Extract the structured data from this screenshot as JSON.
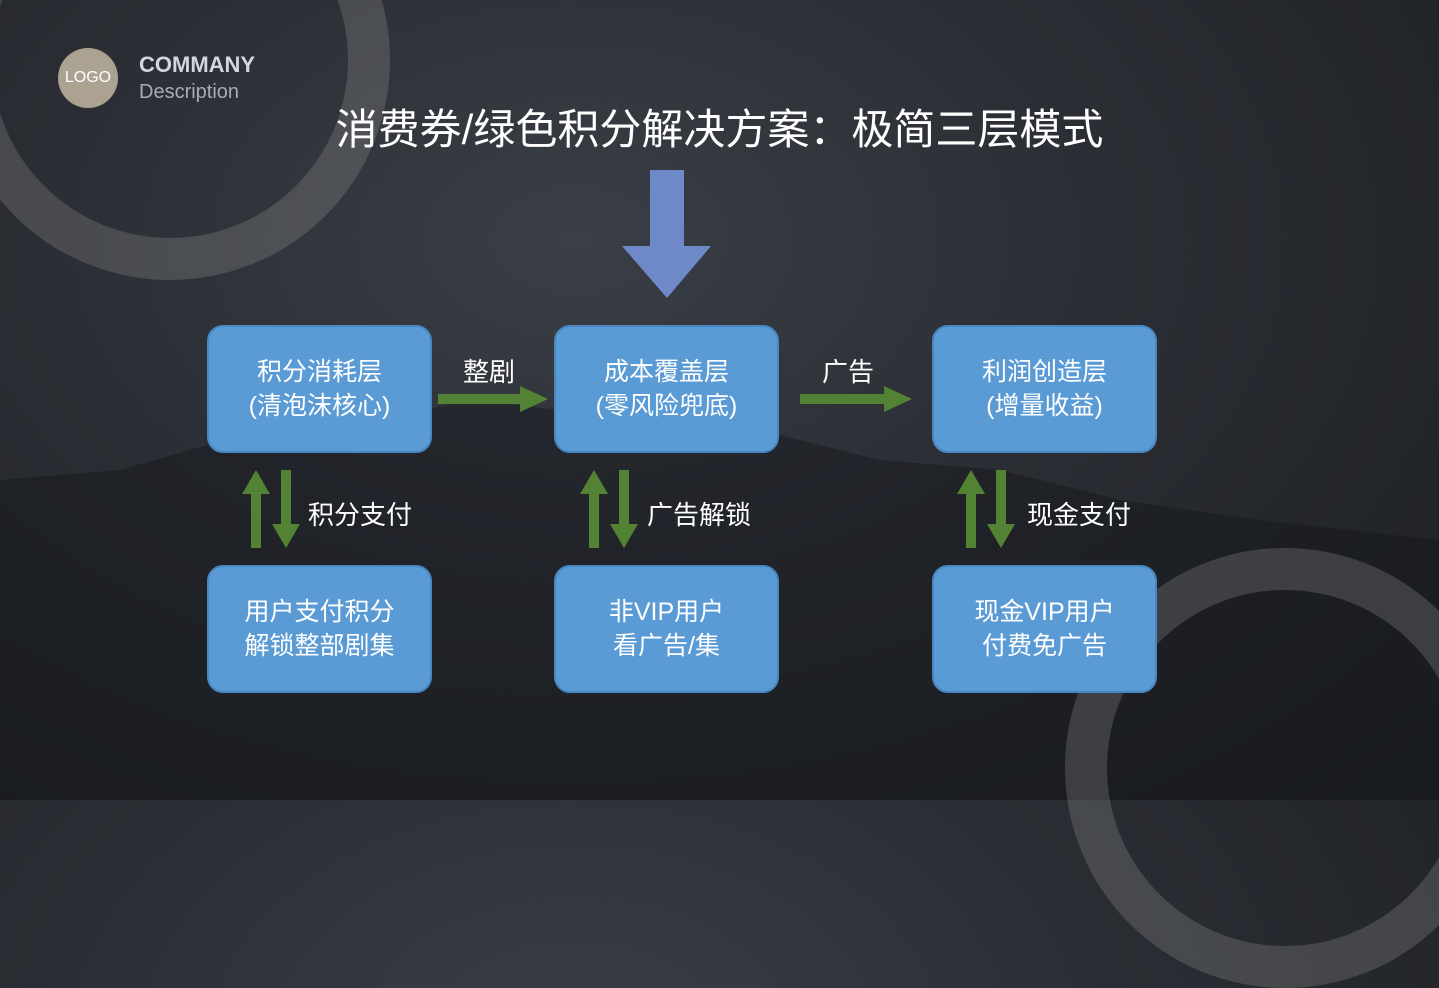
{
  "header": {
    "logo": "LOGO",
    "company": "COMMANY",
    "description": "Description"
  },
  "title": "消费券/绿色积分解决方案：极简三层模式",
  "layers": [
    {
      "line1": "积分消耗层",
      "line2": "(清泡沫核心)"
    },
    {
      "line1": "成本覆盖层",
      "line2": "(零风险兜底)"
    },
    {
      "line1": "利润创造层",
      "line2": "(增量收益)"
    }
  ],
  "users": [
    {
      "line1": "用户支付积分",
      "line2": "解锁整部剧集"
    },
    {
      "line1": "非VIP用户",
      "line2": "看广告/集"
    },
    {
      "line1": "现金VIP用户",
      "line2": "付费免广告"
    }
  ],
  "flow_labels": [
    "整剧",
    "广告"
  ],
  "exchange_labels": [
    "积分支付",
    "广告解锁",
    "现金支付"
  ],
  "colors": {
    "box": "#5b9bd5",
    "arrow_green": "#548235",
    "arrow_blue": "#6f88c8"
  }
}
